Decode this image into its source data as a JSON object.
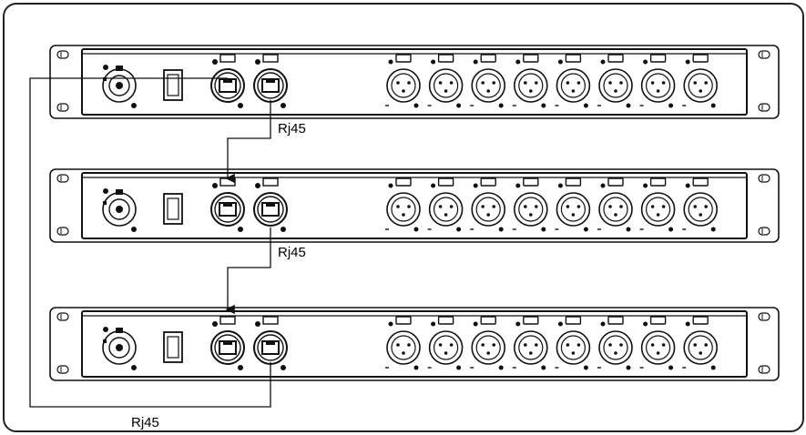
{
  "diagram": {
    "units": [
      {
        "id": "unit-1",
        "xlr_outputs": 8,
        "rj45_ports": 2
      },
      {
        "id": "unit-2",
        "xlr_outputs": 8,
        "rj45_ports": 2
      },
      {
        "id": "unit-3",
        "xlr_outputs": 8,
        "rj45_ports": 2
      }
    ],
    "connections": [
      {
        "from": "unit-1",
        "to": "unit-2",
        "label": "Rj45"
      },
      {
        "from": "unit-2",
        "to": "unit-3",
        "label": "Rj45"
      },
      {
        "from": "unit-3",
        "to": "unit-1",
        "label": "Rj45"
      }
    ]
  }
}
